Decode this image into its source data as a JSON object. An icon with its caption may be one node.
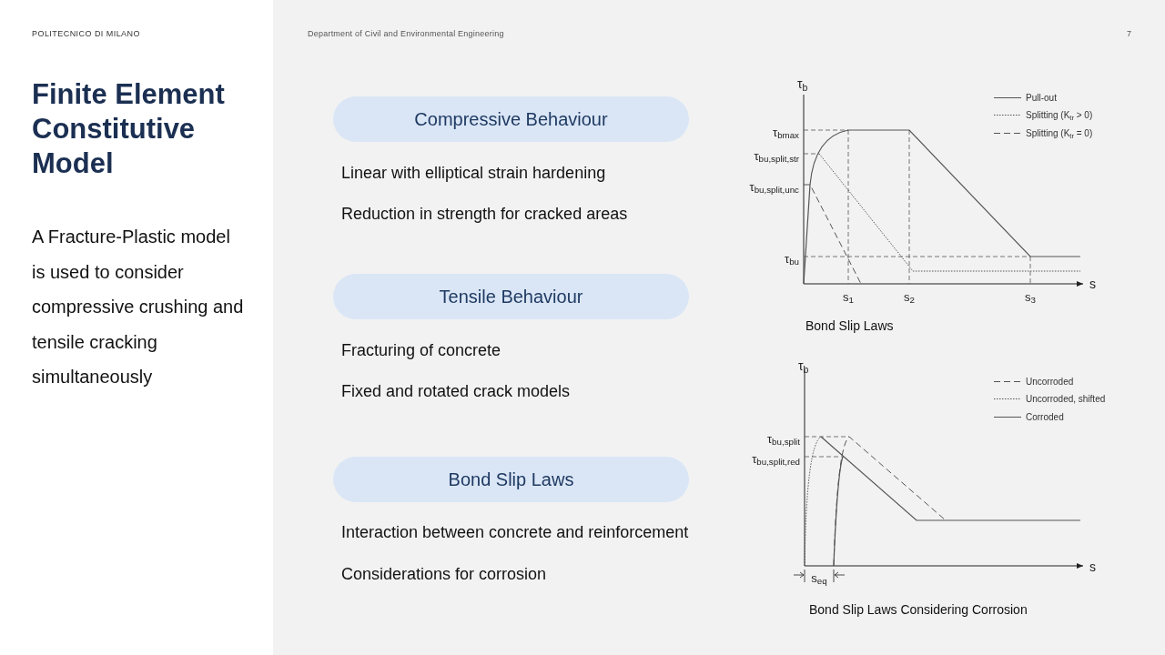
{
  "diagram": {
    "title": "Finite Element Constitutive Model",
    "nodes": [
      {
        "text": [
          "Compressive Behaviour"
        ]
      },
      {
        "text": [
          "Tensile Behaviour"
        ]
      },
      {
        "text": [
          "Bond Slip Laws"
        ]
      }
    ],
    "edges": [],
    "labels": [
      "POLITECNICO DI MILANO",
      "Department of Civil and Environmental Engineering",
      "7",
      "A Fracture-Plastic model is used to consider compressive crushing and tensile cracking simultaneously",
      "Linear with elliptical strain hardening",
      "Reduction in strength for cracked areas",
      "Fracturing of concrete",
      "Fixed and rotated crack models",
      "Interaction between concrete and reinforcement",
      "Considerations for corrosion",
      "τ$_{b}$",
      "τ$_{bmax}$",
      "τ$_{bu,split,str}$",
      "τ$_{bu,split,unc}$",
      "τ$_{bu}$",
      "s$_{1}$",
      "s$_{2}$",
      "s$_{3}$",
      "s",
      "Bond Slip Laws",
      "τ$_{b}$",
      "τ$_{bu,split}$",
      "τ$_{bu,split,red}$",
      "s",
      "s$_{eq}$",
      "Bond Slip Laws Considering Corrosion"
    ],
    "legend": [
      {
        "text": "Pull-out"
      },
      {
        "text": "Splitting (K$_{tr}$ > 0)"
      },
      {
        "text": "Splitting (K$_{tr}$ = 0)"
      },
      {
        "text": "Uncorroded"
      },
      {
        "text": "Uncorroded, shifted"
      },
      {
        "text": "Corroded"
      }
    ]
  }
}
